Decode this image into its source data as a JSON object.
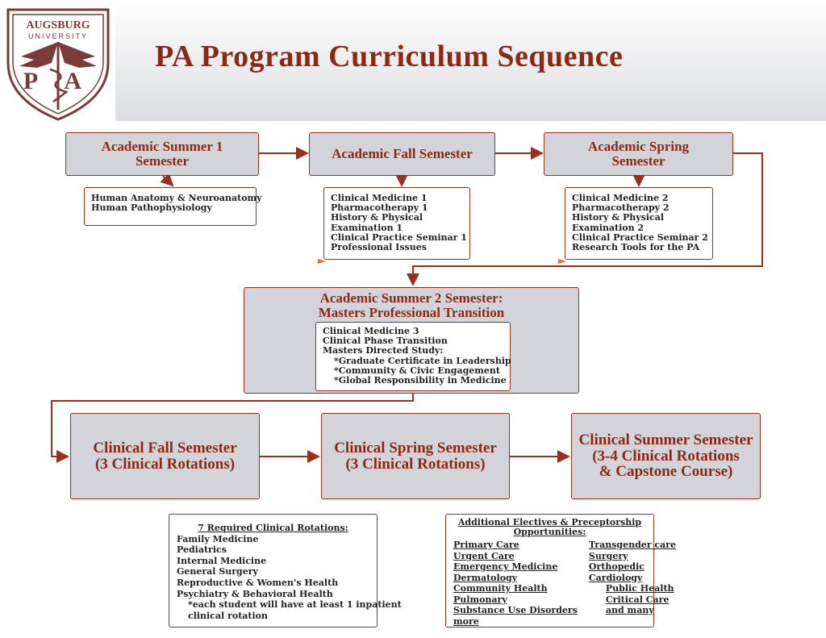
{
  "logo": {
    "name": "AUGSBURG",
    "sub": "UNIVERSITY",
    "mark": "P A"
  },
  "title": "PA Program Curriculum Sequence",
  "semesters": {
    "summer1": "Academic Summer 1\nSemester",
    "fall": "Academic Fall Semester",
    "spring": "Academic Spring\nSemester",
    "summer2": "Academic Summer 2 Semester:\nMasters Professional Transition",
    "clin_fall": "Clinical Fall Semester\n(3 Clinical Rotations)",
    "clin_spring": "Clinical Spring Semester\n(3 Clinical Rotations)",
    "clin_summer": "Clinical Summer Semester\n(3-4 Clinical Rotations\n& Capstone Course)"
  },
  "courses": {
    "summer1": [
      "Human Anatomy & Neuroanatomy",
      "Human Pathophysiology"
    ],
    "fall": [
      "Clinical Medicine 1",
      "Pharmacotherapy 1",
      "History & Physical",
      "Examination 1",
      "Clinical Practice Seminar 1",
      "Professional Issues"
    ],
    "spring": [
      "Clinical Medicine 2",
      "Pharmacotherapy 2",
      "History & Physical",
      "Examination 2",
      "Clinical Practice Seminar 2",
      "Research Tools for the PA"
    ],
    "summer2": [
      "Clinical Medicine 3",
      "Clinical Phase Transition",
      "Masters Directed Study:"
    ],
    "summer2_sub": [
      "*Graduate Certificate in Leadership",
      "*Community & Civic Engagement",
      "*Global Responsibility in Medicine"
    ]
  },
  "rotations": {
    "heading": "7 Required Clinical Rotations:",
    "items": [
      "Family Medicine",
      "Pediatrics",
      "Internal Medicine",
      "General Surgery",
      "Reproductive & Women's Health",
      "Psychiatry & Behavioral Health"
    ],
    "note": [
      "*each student will have at least 1 inpatient",
      "clinical rotation"
    ]
  },
  "electives": {
    "heading": [
      "Additional Electives & Preceptorship",
      "Opportunities:"
    ],
    "left": [
      "Primary Care",
      "Urgent Care",
      "Emergency Medicine",
      "Dermatology",
      "Community Health",
      "Pulmonary",
      "Substance Use Disorders",
      "more"
    ],
    "right": [
      "Transgender care",
      "Surgery",
      "Orthopedic",
      "Cardiology",
      "Public Health",
      "Critical Care",
      "and many"
    ]
  },
  "colors": {
    "accent": "#8b2a14",
    "box_fill": "#d3d4d9",
    "border": "#9a2f1c"
  }
}
